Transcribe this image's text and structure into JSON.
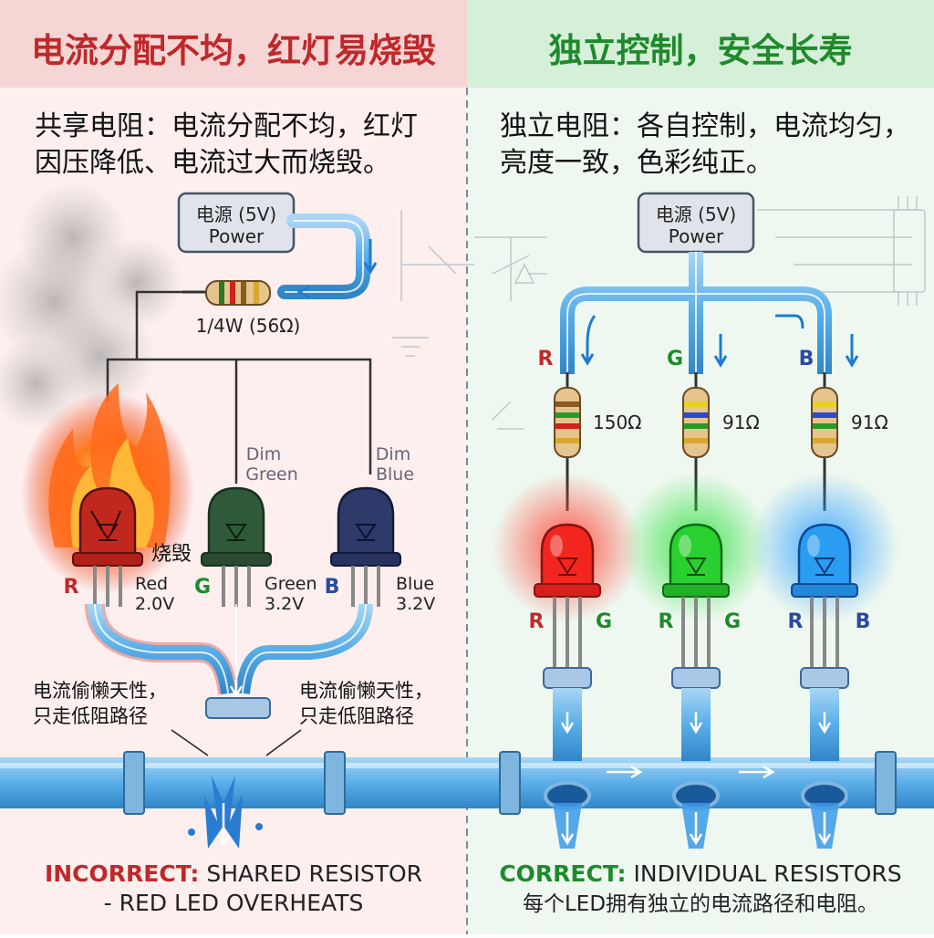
{
  "left": {
    "header": "电流分配不均，红灯易烧毁",
    "desc_lines": [
      "共享电阻：电流分配不均，红灯",
      "因压降低、电流过大而烧毁。"
    ],
    "power_line1": "电源 (5V)",
    "power_line2": "Power",
    "resistor_label": "1/4W (56Ω)",
    "burn_label": "烧毁",
    "dim_green": [
      "Dim",
      "Green"
    ],
    "dim_blue": [
      "Dim",
      "Blue"
    ],
    "led_red": {
      "letter": "R",
      "name": "Red",
      "voltage": "2.0V"
    },
    "led_green": {
      "letter": "G",
      "name": "Green",
      "voltage": "3.2V"
    },
    "led_blue": {
      "letter": "B",
      "name": "Blue",
      "voltage": "3.2V"
    },
    "callout_lines": [
      "电流偷懒天性，",
      "只走低阻路径"
    ],
    "footer_bold": "INCORRECT:",
    "footer_rest": " SHARED RESISTOR",
    "footer_line2": "- RED LED OVERHEATS"
  },
  "right": {
    "header": "独立控制，安全长寿",
    "desc_lines": [
      "独立电阻：各自控制，电流均匀，",
      "亮度一致，色彩纯正。"
    ],
    "power_line1": "电源 (5V)",
    "power_line2": "Power",
    "branches": [
      {
        "letter": "R",
        "resistor": "150Ω",
        "pins": [
          "R",
          "G"
        ]
      },
      {
        "letter": "G",
        "resistor": "91Ω",
        "pins": [
          "R",
          "G"
        ]
      },
      {
        "letter": "B",
        "resistor": "91Ω",
        "pins": [
          "R",
          "B"
        ]
      }
    ],
    "footer_bold": "CORRECT:",
    "footer_rest": " INDIVIDUAL RESISTORS",
    "footer_line2": "每个LED拥有独立的电流路径和电阻。"
  },
  "colors": {
    "incorrect": "#c0282a",
    "correct": "#1f8a2c",
    "red_led": "#e8231d",
    "green_led": "#22c52a",
    "blue_led": "#1e8ff0",
    "pipe": "#5aaee8"
  }
}
